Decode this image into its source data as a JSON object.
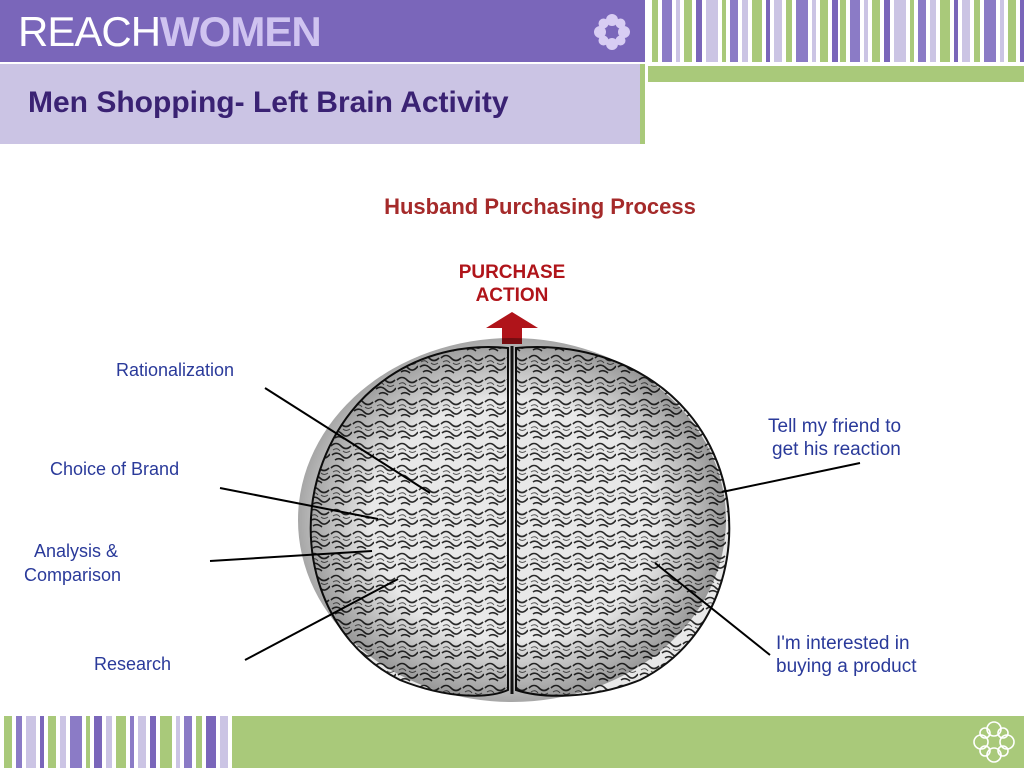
{
  "header": {
    "logo_part1": "REACH",
    "logo_part2": "WOMEN",
    "icon": "flower-icon"
  },
  "page_title": "Men Shopping- Left Brain Activity",
  "diagram": {
    "title": "Husband Purchasing Process",
    "purchase_line1": "PURCHASE",
    "purchase_line2": "ACTION",
    "labels": {
      "rationalization": "Rationalization",
      "choice_of_brand": "Choice of Brand",
      "analysis_line1": "Analysis &",
      "analysis_line2": "Comparison",
      "research": "Research",
      "tell_line1": "Tell my friend to",
      "tell_line2": "get his reaction",
      "interested_line1": "I'm interested in",
      "interested_line2": "buying a product"
    }
  },
  "colors": {
    "purple": "#7a66ba",
    "lavender": "#cbc4e4",
    "green": "#a9c97a",
    "title_text": "#3a2273",
    "diagram_title": "#a52a2a",
    "label_blue": "#2a3a9a",
    "arrow_red": "#b0141a"
  }
}
